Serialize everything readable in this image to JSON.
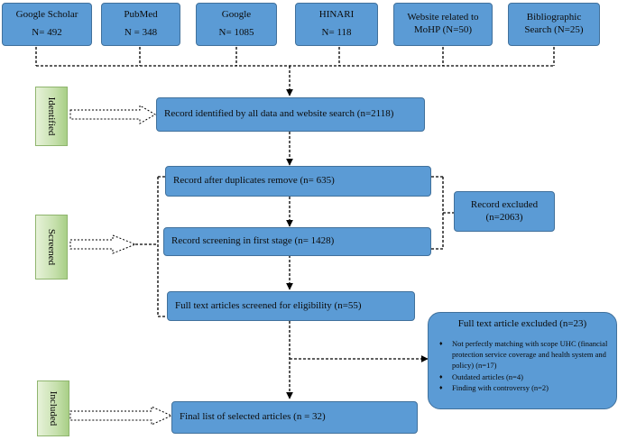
{
  "sources": [
    {
      "name": "Google Scholar",
      "count": "N= 492"
    },
    {
      "name": "PubMed",
      "count": "N = 348"
    },
    {
      "name": "Google",
      "count": "N= 1085"
    },
    {
      "name": "HINARI",
      "count": "N= 118"
    },
    {
      "name": "Website related to MoHP (N=50)",
      "count": ""
    },
    {
      "name": "Bibliographic Search (N=25)",
      "count": ""
    }
  ],
  "stages": {
    "identified": "Identified",
    "screened": "Screened",
    "included": "Included"
  },
  "flow": {
    "identified": "Record identified by all data and website search (n=2118)",
    "duplicates": "Record after duplicates remove (n= 635)",
    "screening": "Record screening in first stage (n= 1428)",
    "fulltext": "Full text articles screened for eligibility (n=55)",
    "final": "Final list of selected articles (n = 32)"
  },
  "excluded1": "Record excluded (n=2063)",
  "excluded2": {
    "title": "Full text article excluded (n=23)",
    "items": [
      "Not perfectly matching with scope UHC (financial protection service coverage and health system and policy) (n=17)",
      "Outdated articles (n=4)",
      "Finding with controversy  (n=2)"
    ]
  }
}
